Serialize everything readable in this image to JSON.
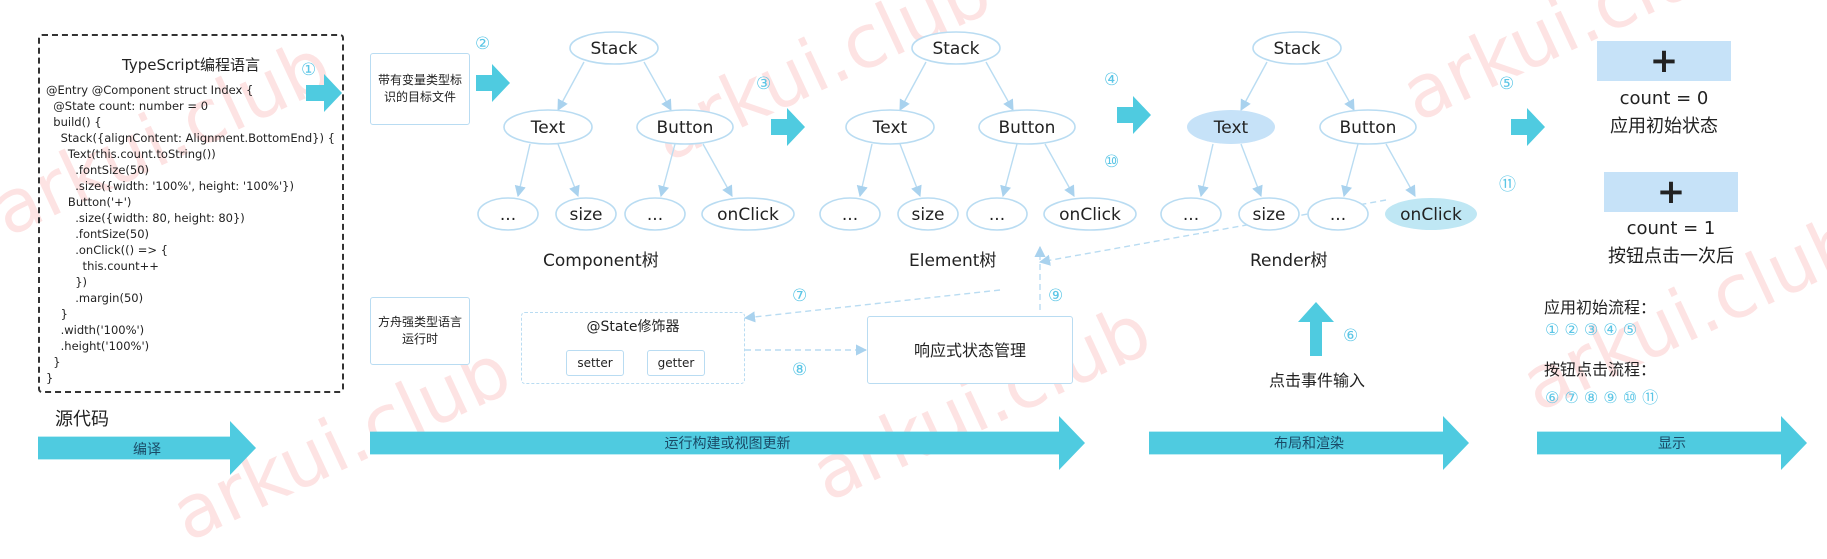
{
  "watermark": "arkui.club",
  "source": {
    "title": "TypeScript编程语言",
    "code_lines": [
      "@Entry @Component struct Index {",
      "  @State count: number = 0",
      "  build() {",
      "    Stack({alignContent: Alignment.BottomEnd}) {",
      "      Text(this.count.toString())",
      "        .fontSize(50)",
      "        .size({width: '100%', height: '100%'})",
      "      Button('+')",
      "        .size({width: 80, height: 80})",
      "        .fontSize(50)",
      "        .onClick(() => {",
      "          this.count++",
      "        })",
      "        .margin(50)",
      "    }",
      "    .width('100%')",
      "    .height('100%')",
      "  }",
      "}"
    ],
    "label": "源代码"
  },
  "boxes": {
    "typed_target": "带有变量类型标识的目标文件",
    "runtime": "方舟强类型语言运行时",
    "state_decorator": "@State修饰器",
    "setter": "setter",
    "getter": "getter",
    "reactive": "响应式状态管理"
  },
  "trees": [
    {
      "name": "Component树",
      "root": "Stack",
      "left": "Text",
      "right": "Button",
      "leaves": [
        "...",
        "size",
        "...",
        "onClick"
      ]
    },
    {
      "name": "Element树",
      "root": "Stack",
      "left": "Text",
      "right": "Button",
      "leaves": [
        "...",
        "size",
        "...",
        "onClick"
      ]
    },
    {
      "name": "Render树",
      "root": "Stack",
      "left": "Text",
      "right": "Button",
      "leaves": [
        "...",
        "size",
        "...",
        "onClick"
      ]
    }
  ],
  "steps": [
    "①",
    "②",
    "③",
    "④",
    "⑤",
    "⑥",
    "⑦",
    "⑧",
    "⑨",
    "⑩",
    "⑪"
  ],
  "event_input": "点击事件输入",
  "display": {
    "plus": "+",
    "state0_count": "count = 0",
    "state0_desc": "应用初始状态",
    "state1_count": "count = 1",
    "state1_desc": "按钮点击一次后",
    "init_flow_title": "应用初始流程：",
    "init_flow_steps": "①  ②  ③  ④  ⑤",
    "click_flow_title": "按钮点击流程：",
    "click_flow_steps": "⑥  ⑦  ⑧  ⑨  ⑩  ⑪"
  },
  "phases": [
    "编译",
    "运行构建或视图更新",
    "布局和渲染",
    "显示"
  ],
  "colors": {
    "arrow": "#4fcbe0",
    "node_border": "#b9dcf2",
    "node_highlight": "#c6e2f8",
    "node_highlight_click": "#bfe7f4",
    "step_number": "#5cc6e6",
    "watermark": "#fde3e3"
  }
}
